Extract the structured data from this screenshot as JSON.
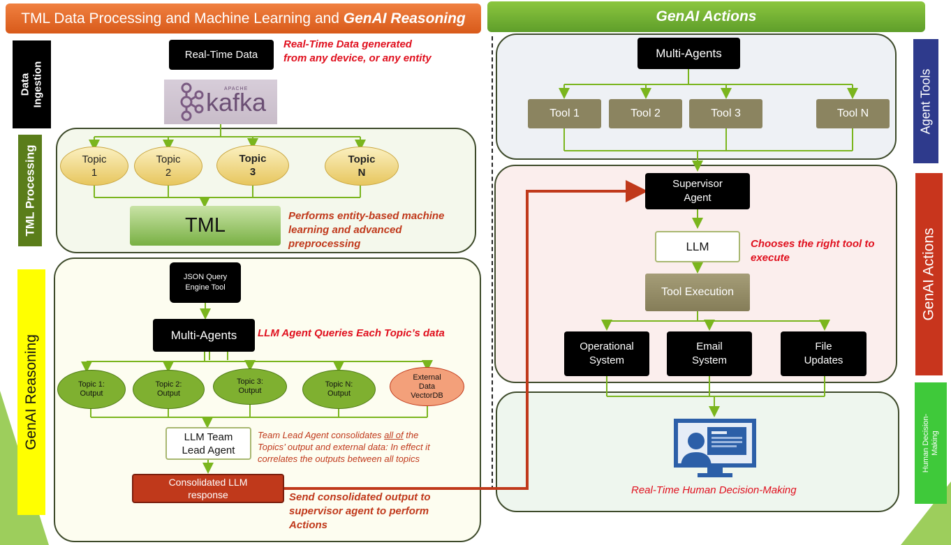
{
  "headers": {
    "left_prefix": "TML Data Processing and Machine Learning and ",
    "left_italic": "GenAI Reasoning",
    "right": "GenAI Actions"
  },
  "side_labels": {
    "data_ingestion": "Data\nIngestion",
    "tml_processing": "TML Processing",
    "genai_reasoning": "GenAI Reasoning",
    "agent_tools": "Agent Tools",
    "genai_actions": "GenAI Actions",
    "human_decision": "Human Decision-\nMaking"
  },
  "ingestion": {
    "realtime_box": "Real-Time Data",
    "realtime_note": "Real-Time Data generated\nfrom any device, or any entity",
    "kafka_small": "APACHE",
    "kafka_name": "kafka"
  },
  "tml": {
    "topics": [
      "Topic\n1",
      "Topic\n2",
      "Topic\n3",
      "Topic\nN"
    ],
    "tml_box": "TML",
    "tml_note": "Performs entity-based machine\nlearning and advanced\npreprocessing"
  },
  "reasoning": {
    "json_tool": "JSON Query\nEngine Tool",
    "multi_agents": "Multi-Agents",
    "multi_note": "LLM Agent Queries Each Topic’s data",
    "outputs": [
      "Topic 1:\nOutput",
      "Topic 2:\nOutput",
      "Topic 3:\nOutput",
      "Topic N:\nOutput"
    ],
    "external": "External\nData\nVectorDB",
    "team_lead": "LLM Team\nLead Agent",
    "team_note_a": "Team Lead Agent consolidates ",
    "team_note_u": "all of",
    "team_note_b": " the\nTopics’ output and external data: In effect it\ncorrelates the outputs between all topics",
    "consolidated": "Consolidated LLM\nresponse",
    "send_note": "Send consolidated output to\nsupervisor agent to perform\nActions"
  },
  "actions": {
    "multi_agents": "Multi-Agents",
    "tools": [
      "Tool 1",
      "Tool 2",
      "Tool 3",
      "Tool N"
    ],
    "supervisor": "Supervisor\nAgent",
    "llm": "LLM",
    "llm_note": "Chooses the right tool to\nexecute",
    "tool_exec": "Tool Execution",
    "targets": [
      "Operational\nSystem",
      "Email\nSystem",
      "File\nUpdates"
    ],
    "human_note": "Real-Time Human Decision-Making"
  },
  "colors": {
    "orange_header": "#e9692a",
    "green_header": "#76b43a",
    "line_green": "#7ab51d",
    "red_arrow": "#c0391b",
    "tool_khaki": "#8b8460",
    "agent_tools_blue": "#2e3a8c",
    "genai_actions_red": "#c8351d",
    "human_green": "#3fc93a",
    "data_ingestion_black": "#000000",
    "tml_processing_green": "#5a7d1a",
    "genai_reasoning_yellow": "#ffff00"
  }
}
